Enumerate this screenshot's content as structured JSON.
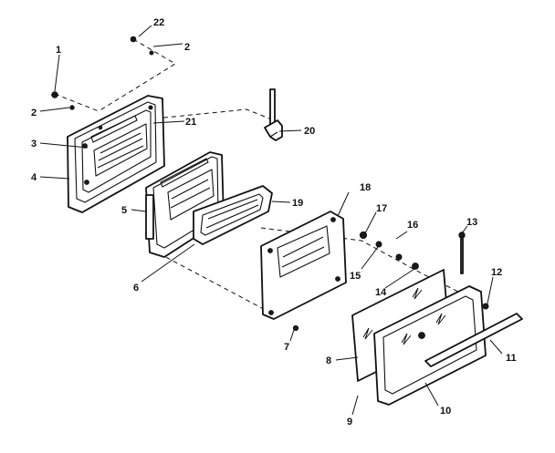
{
  "callouts": [
    {
      "id": "c1",
      "text": "1"
    },
    {
      "id": "c2a",
      "text": "2"
    },
    {
      "id": "c2b",
      "text": "2"
    },
    {
      "id": "c22",
      "text": "22"
    },
    {
      "id": "c3",
      "text": "3"
    },
    {
      "id": "c4",
      "text": "4"
    },
    {
      "id": "c21",
      "text": "21"
    },
    {
      "id": "c20",
      "text": "20"
    },
    {
      "id": "c5",
      "text": "5"
    },
    {
      "id": "c6",
      "text": "6"
    },
    {
      "id": "c19",
      "text": "19"
    },
    {
      "id": "c18",
      "text": "18"
    },
    {
      "id": "c17",
      "text": "17"
    },
    {
      "id": "c16",
      "text": "16"
    },
    {
      "id": "c15",
      "text": "15"
    },
    {
      "id": "c14",
      "text": "14"
    },
    {
      "id": "c13",
      "text": "13"
    },
    {
      "id": "c12",
      "text": "12"
    },
    {
      "id": "c11",
      "text": "11"
    },
    {
      "id": "c10",
      "text": "10"
    },
    {
      "id": "c9",
      "text": "9"
    },
    {
      "id": "c8",
      "text": "8"
    },
    {
      "id": "c7",
      "text": "7"
    }
  ]
}
